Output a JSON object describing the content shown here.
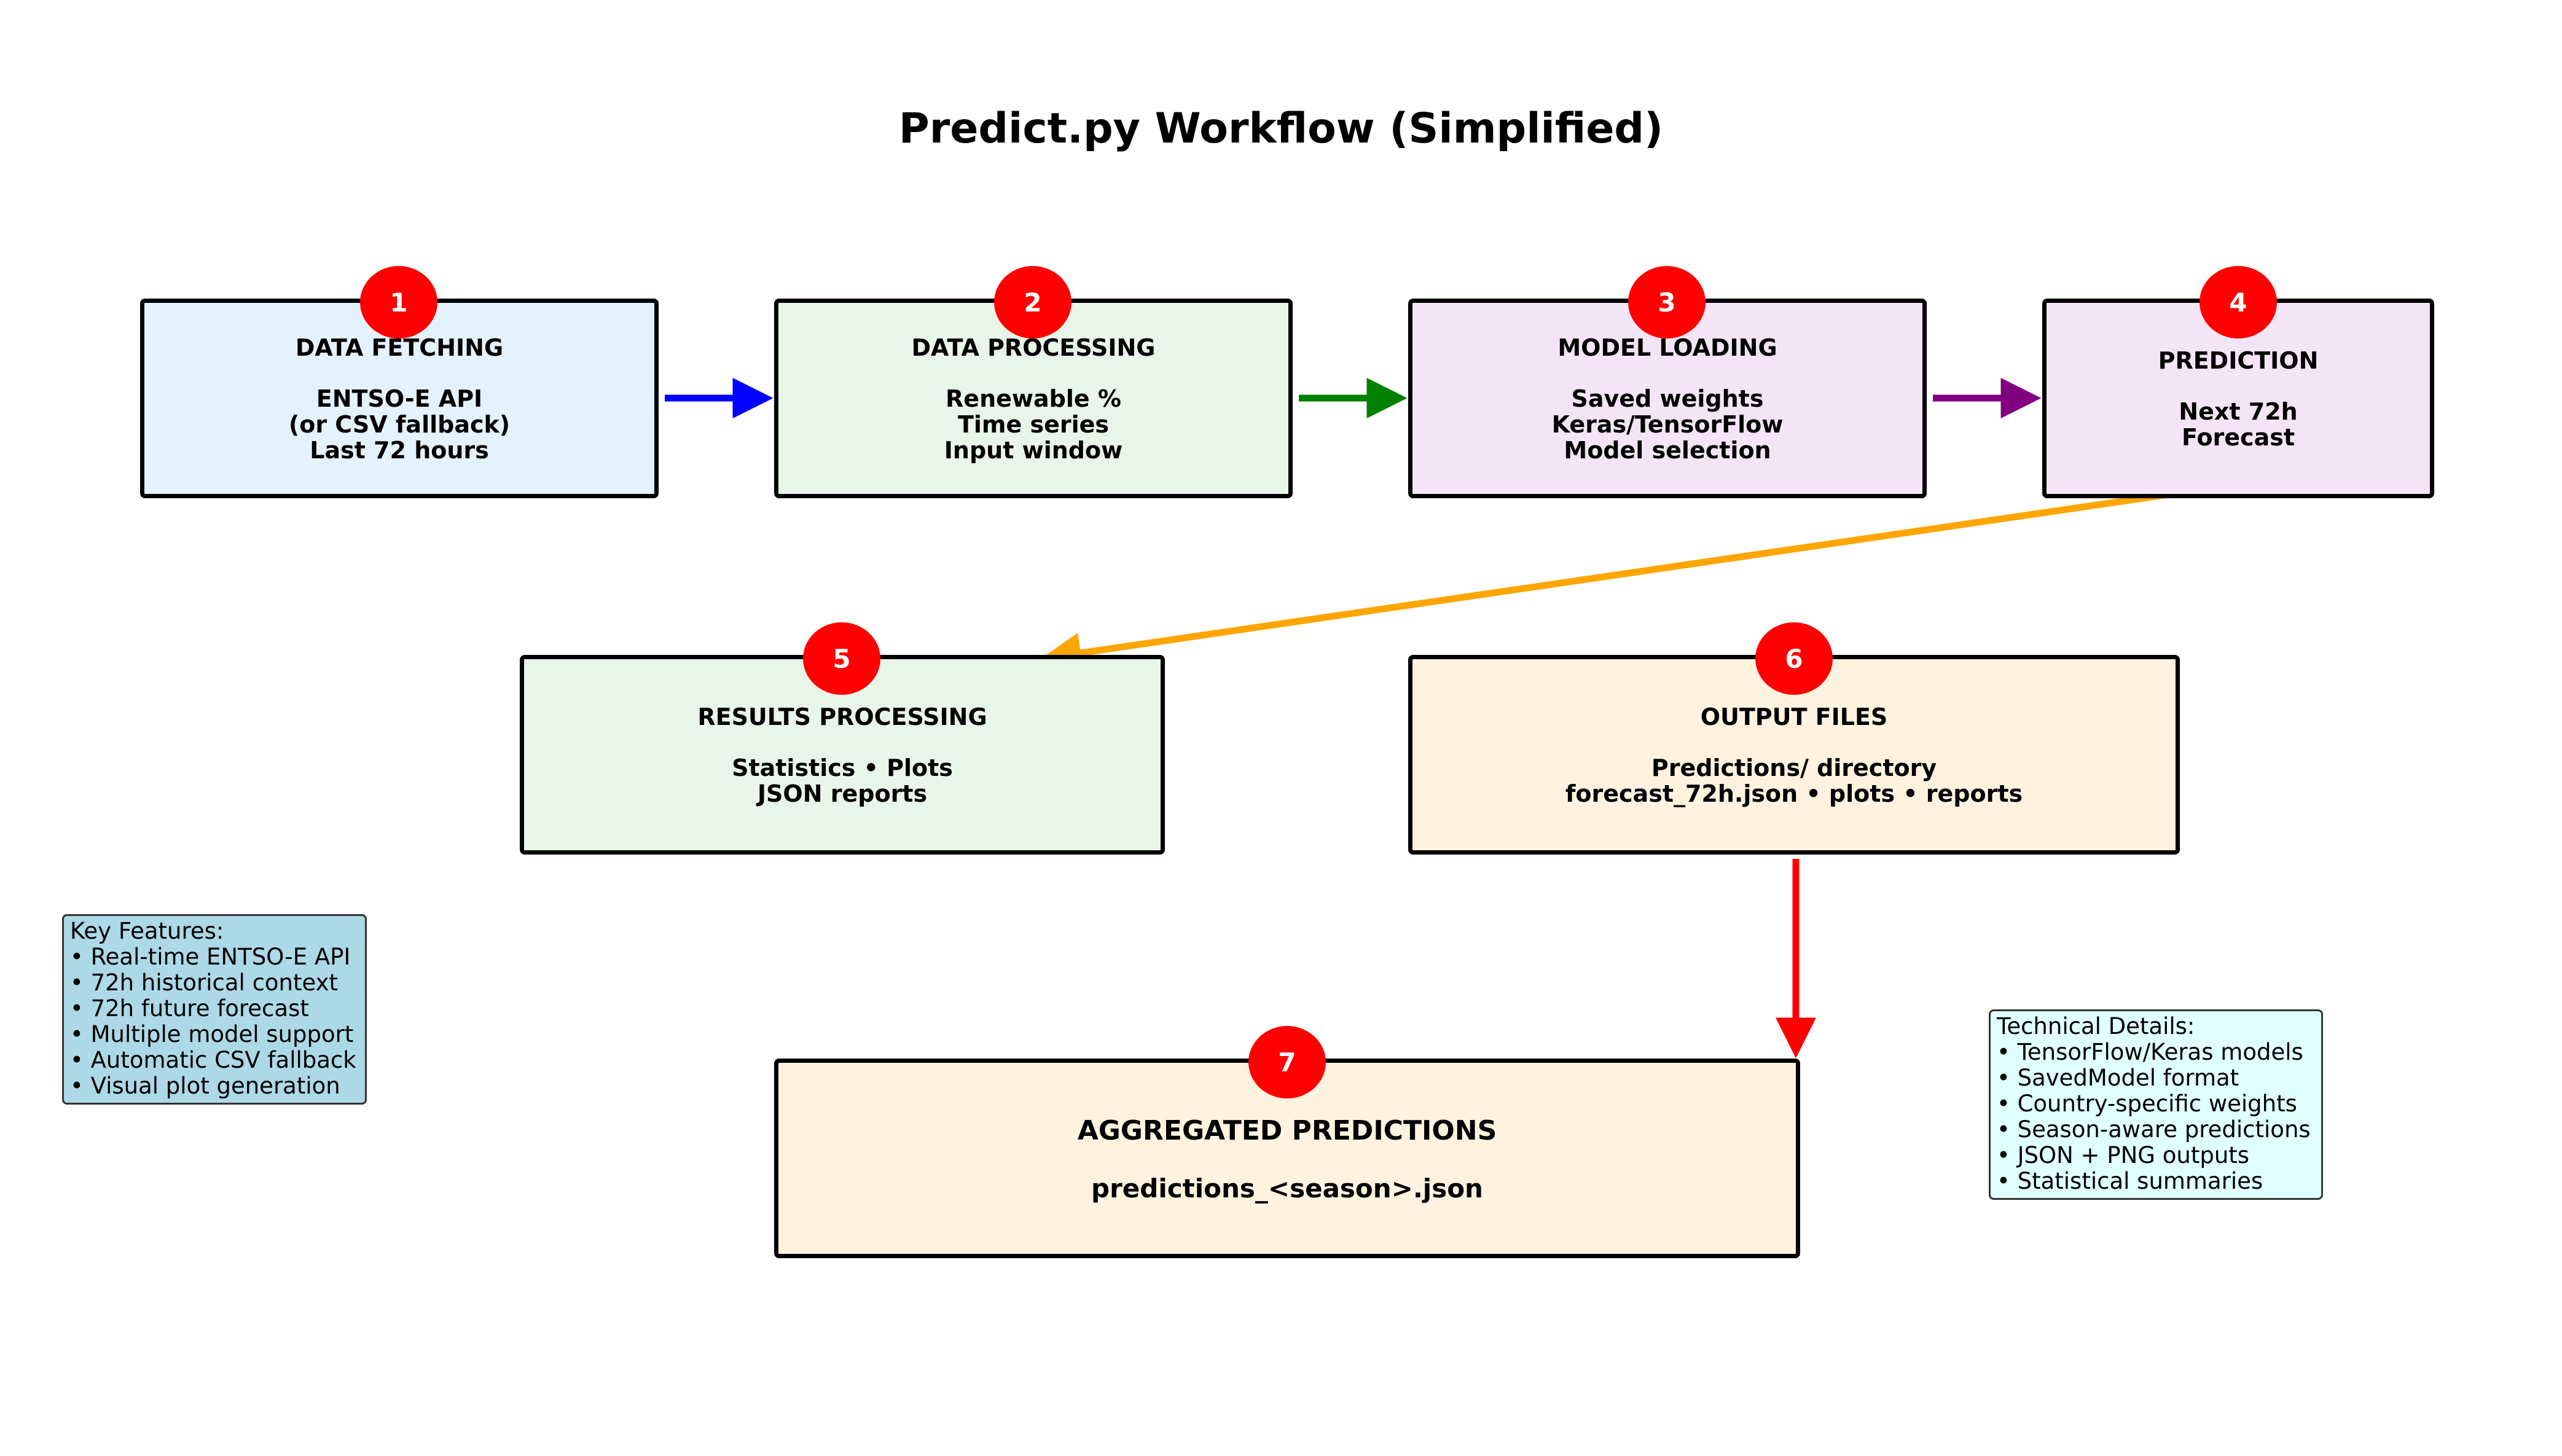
{
  "title": "Predict.py Workflow (Simplified)",
  "steps": [
    {
      "number": "1",
      "heading": "DATA FETCHING",
      "lines": [
        "ENTSO-E API",
        "(or CSV fallback)",
        "Last 72 hours"
      ],
      "color": "#e3f2fd"
    },
    {
      "number": "2",
      "heading": "DATA PROCESSING",
      "lines": [
        "Renewable %",
        "Time series",
        "Input window"
      ],
      "color": "#e8f5e9"
    },
    {
      "number": "3",
      "heading": "MODEL LOADING",
      "lines": [
        "Saved weights",
        "Keras/TensorFlow",
        "Model selection"
      ],
      "color": "#f3e5f5"
    },
    {
      "number": "4",
      "heading": "PREDICTION",
      "lines": [
        "Next 72h",
        "Forecast"
      ],
      "color": "#f3e5f5"
    },
    {
      "number": "5",
      "heading": "RESULTS PROCESSING",
      "lines": [
        "Statistics • Plots",
        "JSON reports"
      ],
      "color": "#e8f5e9"
    },
    {
      "number": "6",
      "heading": "OUTPUT FILES",
      "lines": [
        "Predictions/ directory",
        "forecast_72h.json • plots • reports"
      ],
      "color": "#fff3e0"
    },
    {
      "number": "7",
      "heading": "AGGREGATED PREDICTIONS",
      "lines": [
        "predictions_<season>.json"
      ],
      "color": "#fff3e0"
    }
  ],
  "connectors": [
    {
      "from": "1",
      "to": "2",
      "color": "#0000ff"
    },
    {
      "from": "2",
      "to": "3",
      "color": "#008000"
    },
    {
      "from": "3",
      "to": "4",
      "color": "#800080"
    },
    {
      "from": "4",
      "to": "5",
      "color": "#ffa500"
    },
    {
      "from": "6",
      "to": "7",
      "color": "#ff0000"
    }
  ],
  "badge_color": "#ff0000",
  "key_features": {
    "title": "Key Features:",
    "items": [
      "• Real-time ENTSO-E API",
      "• 72h historical context",
      "• 72h future forecast",
      "• Multiple model support",
      "• Automatic CSV fallback",
      "• Visual plot generation"
    ]
  },
  "technical_details": {
    "title": "Technical Details:",
    "items": [
      "• TensorFlow/Keras models",
      "• SavedModel format",
      "• Country-specific weights",
      "• Season-aware predictions",
      "• JSON + PNG outputs",
      "• Statistical summaries"
    ]
  }
}
